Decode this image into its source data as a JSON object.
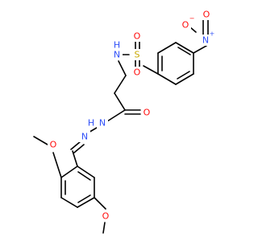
{
  "molecule": {
    "colors": {
      "bond": "#000000",
      "oxygen": "#ff0d0d",
      "nitrogen": "#3050f8",
      "sulfur": "#c8a800",
      "carbon": "#000000"
    },
    "labels": {
      "o_minus": "O",
      "o_minus_charge": "−",
      "n_plus": "N",
      "n_plus_charge": "+",
      "o_nitro2": "O",
      "s": "S",
      "o_s1": "O",
      "o_s2": "O",
      "nh_sulfonamide": "N",
      "h_sulfonamide": "H",
      "o_carbonyl": "O",
      "nh_hydrazide": "N",
      "h_hydrazide": "H",
      "n_imine": "N",
      "o_methoxy1": "O",
      "o_methoxy2": "O"
    }
  }
}
